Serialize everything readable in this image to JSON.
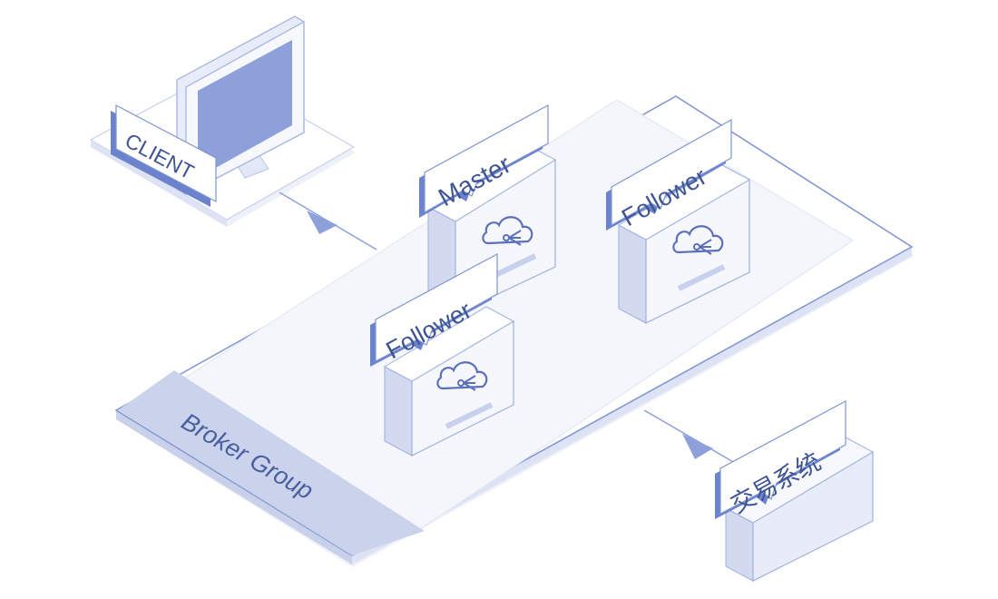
{
  "diagram": {
    "client_label": "CLIENT",
    "master_label": "Master",
    "follower_left_label": "Follower",
    "follower_right_label": "Follower",
    "broker_group_label": "Broker Group",
    "trading_system_label": "交易系统"
  },
  "colors": {
    "accent": "#6b82cc",
    "accent_dark": "#4a5fa0",
    "outline": "#7f95d2",
    "panel": "#ffffff",
    "panel_shade": "#e8ecf8",
    "band": "#cbd3ec",
    "screen": "#8ea0da"
  },
  "icons": {
    "server_icon": "cloud-network-icon"
  }
}
